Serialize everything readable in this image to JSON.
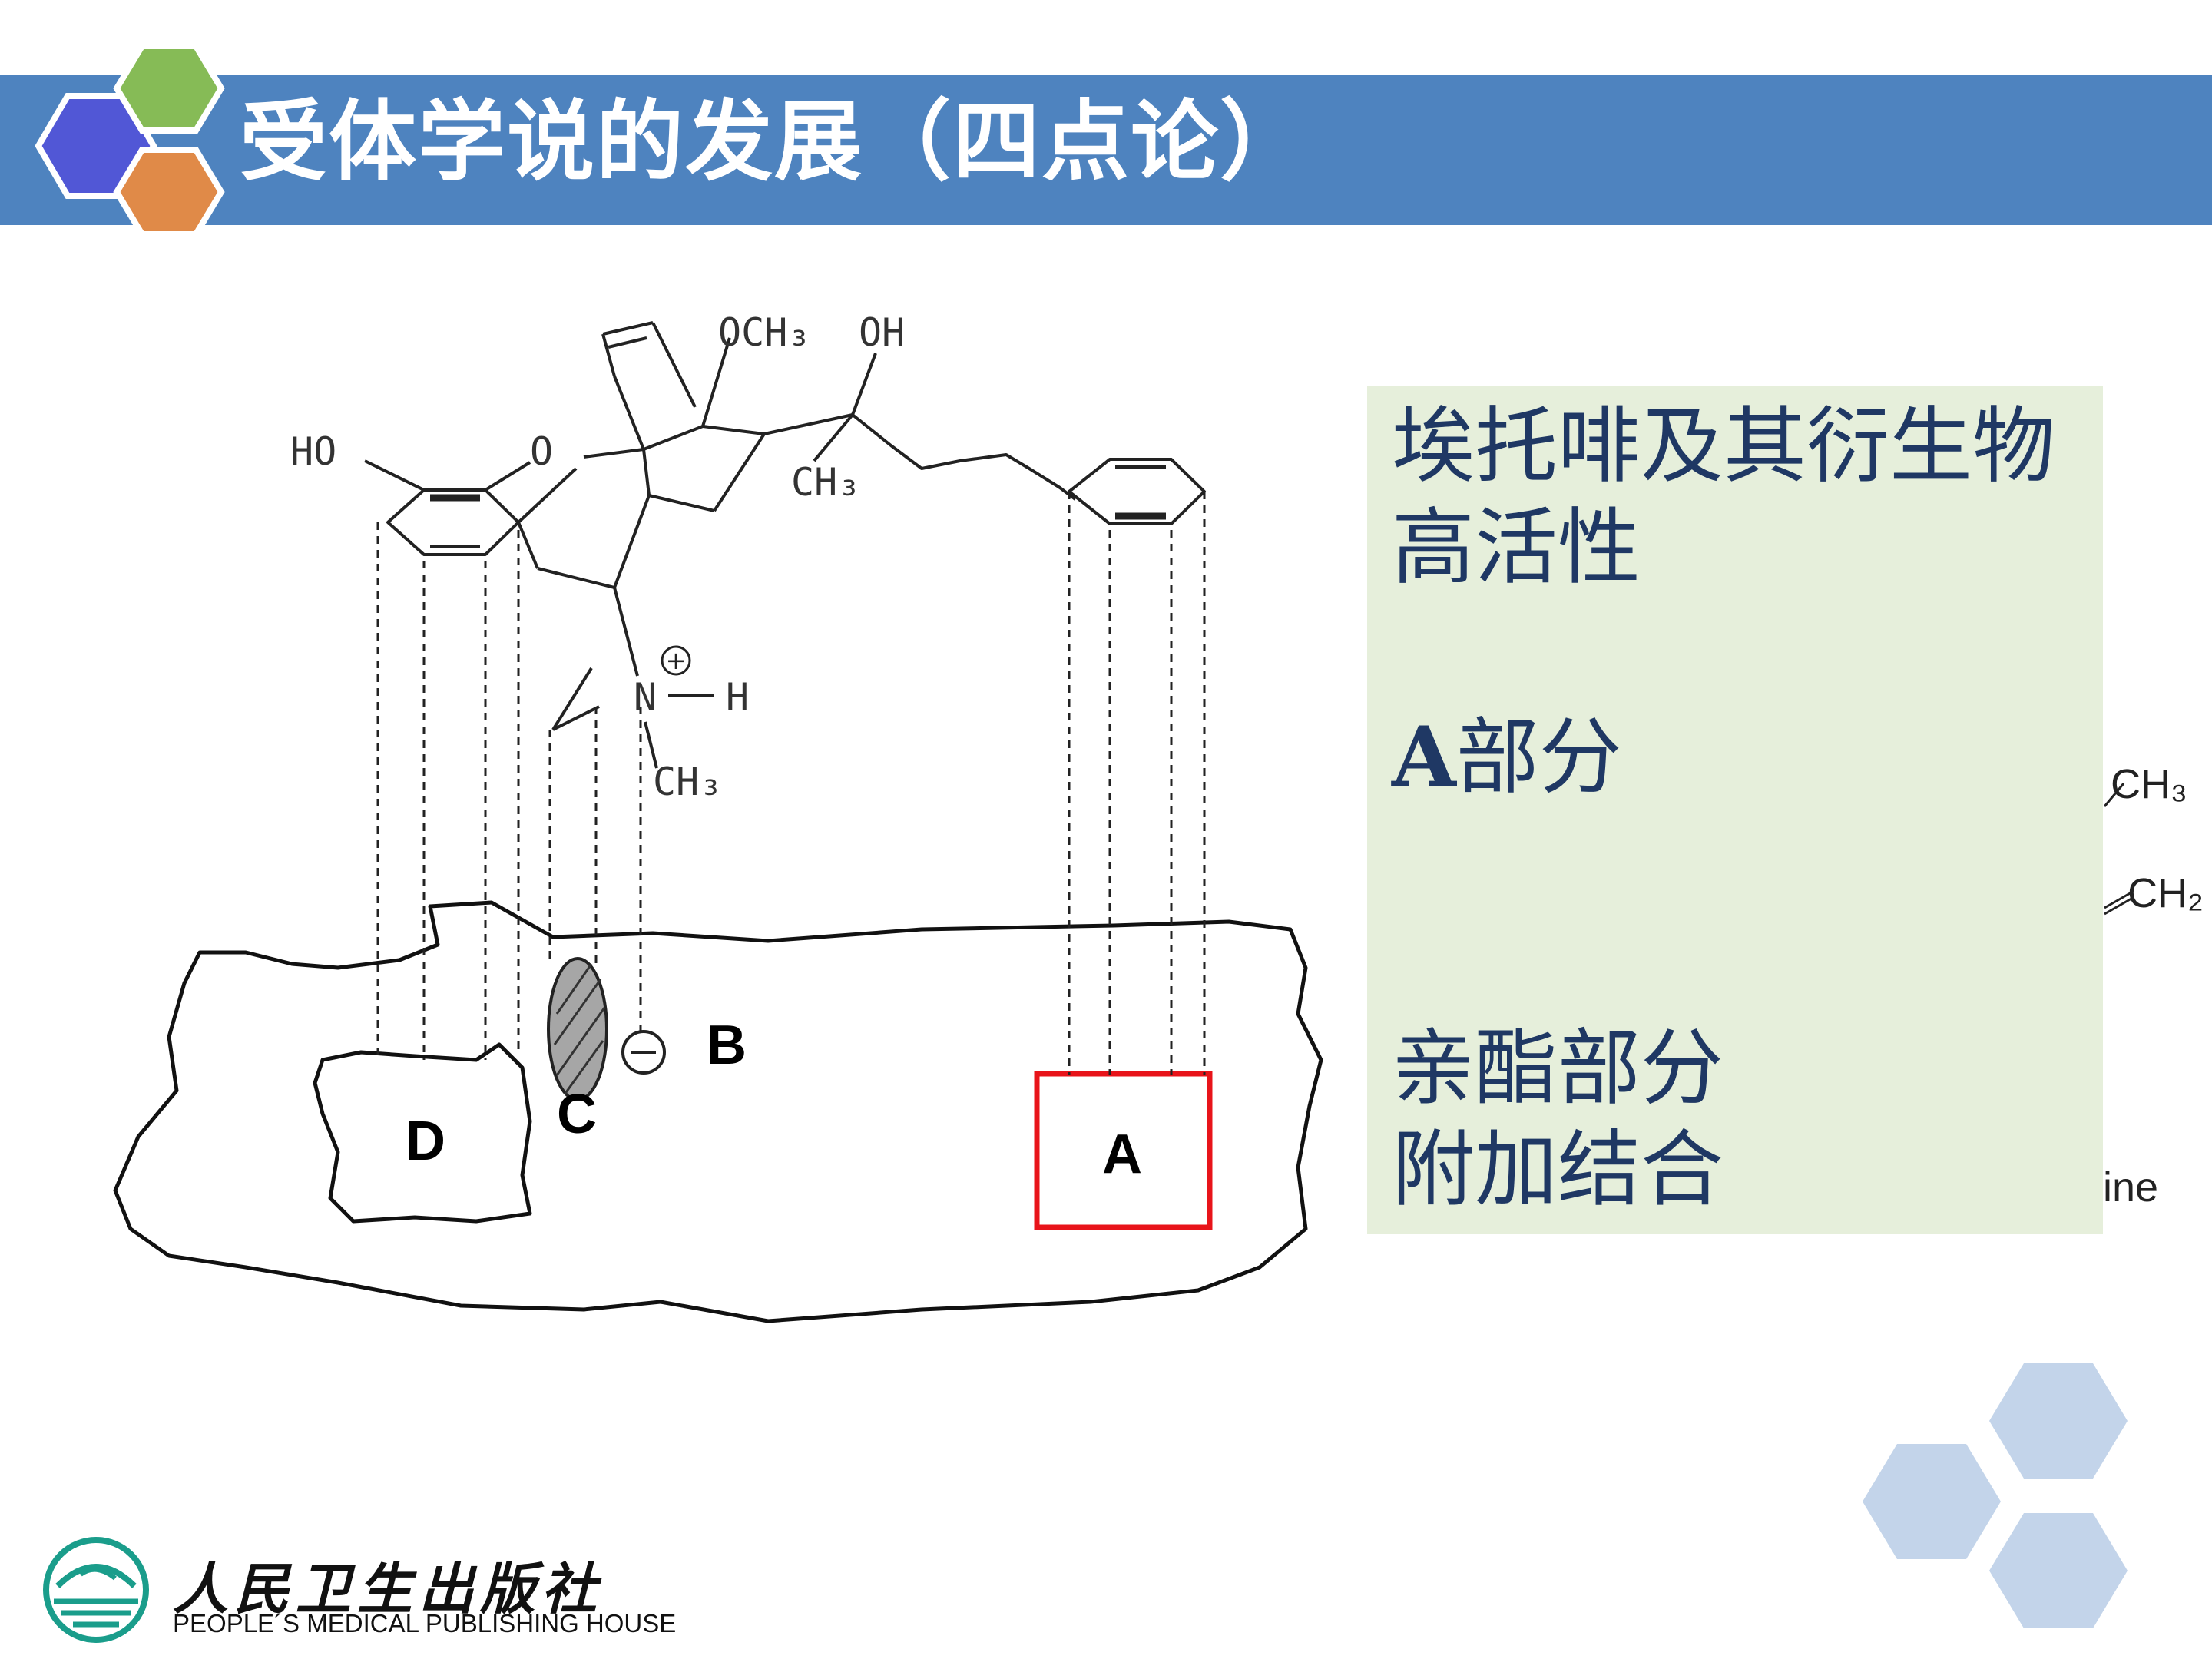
{
  "slide": {
    "title": "受体学说的发展（四点论）",
    "colors": {
      "title_bar": "#4e83bf",
      "hex_blue": "#5157d6",
      "hex_green": "#86bb56",
      "hex_orange": "#e08a48",
      "textbox_bg": "#e6efdb",
      "highlight_box": "#e8141a",
      "deco_hex": "#c3d4ea"
    }
  },
  "diagram": {
    "site_labels": {
      "a": "A",
      "b": "B",
      "c": "C",
      "d": "D"
    },
    "molecule": {
      "ho": "HO",
      "o": "O",
      "och3": "OCH₃",
      "oh": "OH",
      "ch3_top": "CH₃",
      "n": "N",
      "h": "H",
      "ch3_n": "CH₃",
      "plus": "+",
      "minus": "−"
    }
  },
  "textbox": {
    "line1": "埃托啡及其衍生物",
    "line2": "高活性",
    "line3_latin": "A",
    "line3_cn": "部分",
    "line4": "亲酯部分",
    "line5": "附加结合"
  },
  "side_fragments": {
    "ch3": "CH₃",
    "ch2": "CH₂",
    "ine": "ine"
  },
  "publisher": {
    "name_cn": "人民卫生出版社",
    "name_en": "PEOPLE´S MEDICAL PUBLISHING HOUSE"
  }
}
